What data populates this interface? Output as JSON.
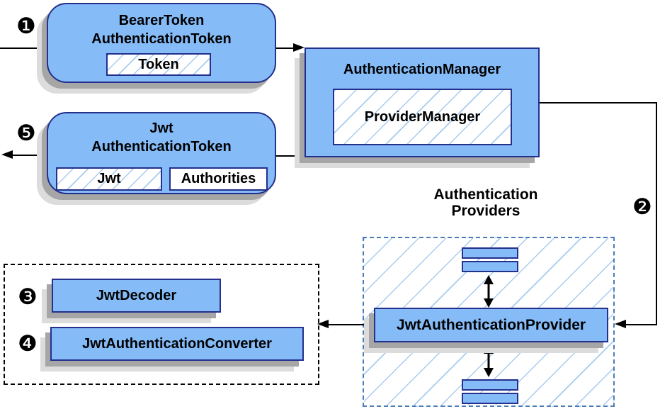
{
  "diagram": {
    "badges": {
      "step1": "❶",
      "step2": "❷",
      "step3": "❸",
      "step4": "❹",
      "step5": "❺"
    },
    "bearer_box": {
      "title_line1": "BearerToken",
      "title_line2": "AuthenticationToken",
      "chip": "Token"
    },
    "manager_box": {
      "title": "AuthenticationManager",
      "inner": "ProviderManager"
    },
    "jwt_box": {
      "title_line1": "Jwt",
      "title_line2": "AuthenticationToken",
      "chip_jwt": "Jwt",
      "chip_authorities": "Authorities"
    },
    "providers_label": {
      "line1": "Authentication",
      "line2": "Providers"
    },
    "provider_box": {
      "label": "JwtAuthenticationProvider"
    },
    "decoder_box": {
      "label": "JwtDecoder"
    },
    "converter_box": {
      "label": "JwtAuthenticationConverter"
    },
    "colors": {
      "node_fill": "#85bcf8",
      "node_border": "#24308c",
      "hatch_line": "#a8cbf0",
      "providers_dash": "#4d7bb8",
      "shadow_dark": "#a6a6a6",
      "shadow_light": "#dcdcdc",
      "connector": "#000000"
    }
  }
}
